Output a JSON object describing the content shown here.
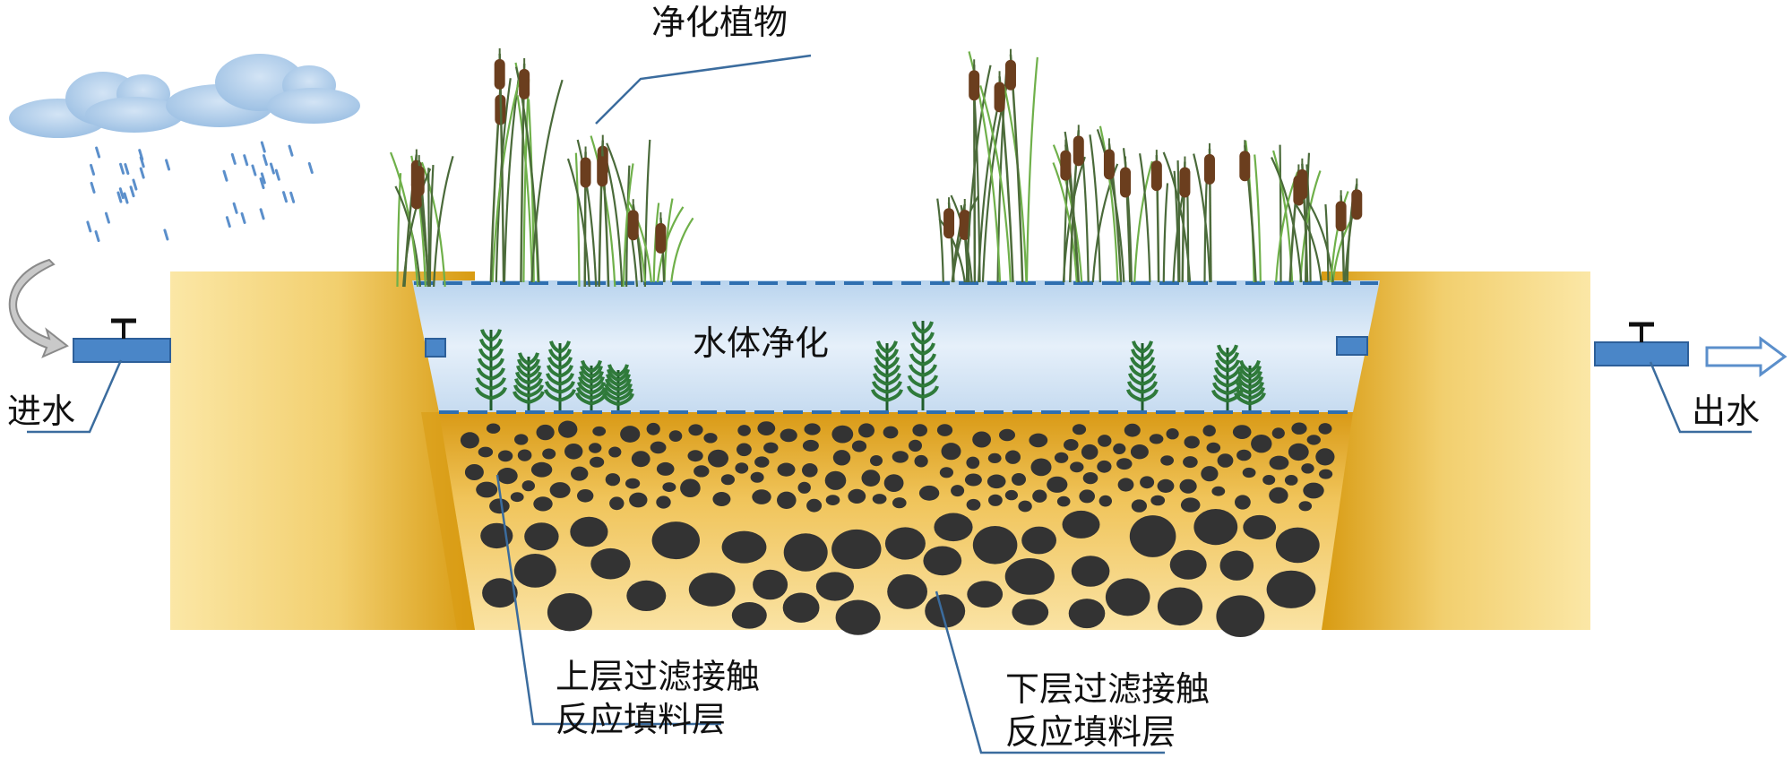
{
  "labels": {
    "plants": "净化植物",
    "water": "水体净化",
    "inlet": "进水",
    "outlet": "出水",
    "upper_layer": [
      "上层过滤接触",
      "反应填料层"
    ],
    "lower_layer": [
      "下层过滤接触",
      "反应填料层"
    ]
  },
  "colors": {
    "bank": "#f3d27a",
    "bank_shadow": "#d9a21c",
    "water": "#cfe3f5",
    "media": "#e8b733",
    "stone": "#333333",
    "pipe": "#4a86c8",
    "dashed_line": "#2f6fb0",
    "reed_stem": "#4d6b3a",
    "reed_head": "#6b3e1e",
    "submerged_plant": "#2f7a3a",
    "leader_line": "#3b6c9e"
  }
}
